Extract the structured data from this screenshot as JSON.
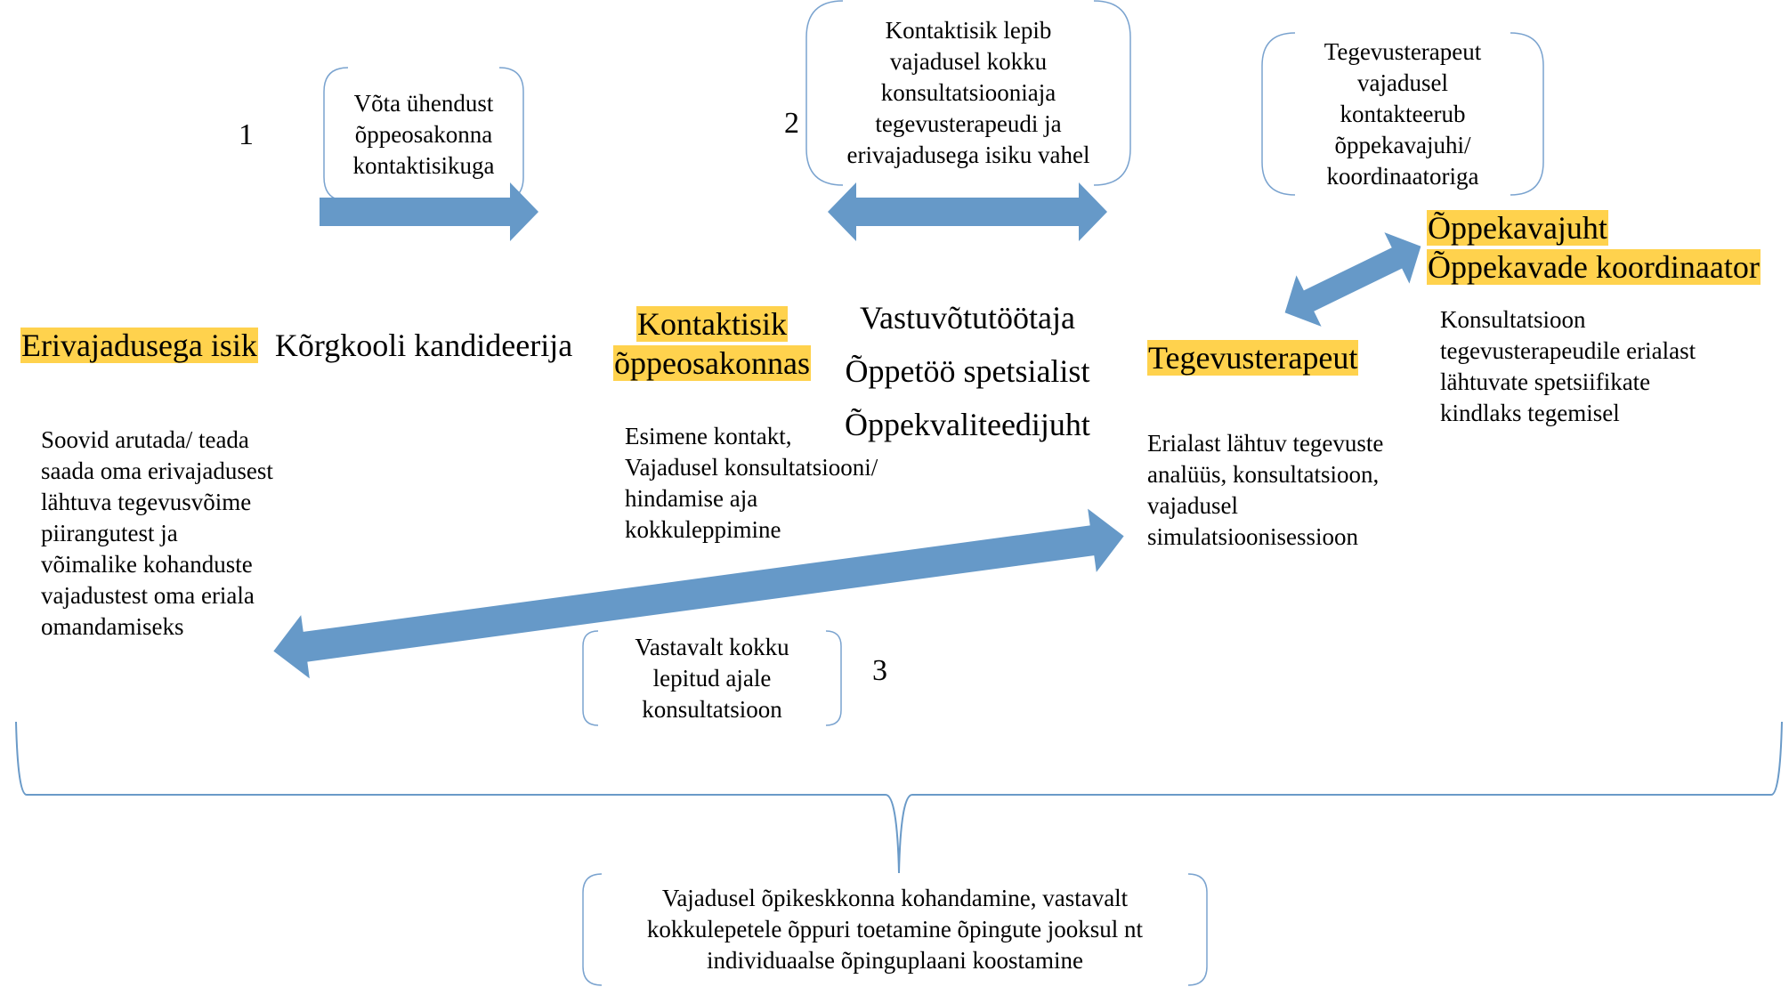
{
  "colors": {
    "arrow": "#6699C8",
    "box_border": "#7AA3CF",
    "highlight": "#FFD24D"
  },
  "steps": [
    {
      "number": "1",
      "text_lines": [
        "Võta ühendust",
        "õppeosakonna",
        "kontaktisikuga"
      ]
    },
    {
      "number": "2",
      "text_lines": [
        "Kontaktisik lepib",
        "vajadusel kokku",
        "konsultatsiooniaja",
        "tegevusterapeudi ja",
        "erivajadusega isiku vahel"
      ]
    },
    {
      "number": "3",
      "text_lines": [
        "Vastavalt kokku",
        "lepitud ajale",
        "konsultatsioon"
      ]
    }
  ],
  "therapist_note": {
    "text_lines": [
      "Tegevusterapeut",
      "vajadusel",
      "kontakteerub",
      "õppekavajuhi/",
      "koordinaatoriga"
    ]
  },
  "actors": {
    "person": {
      "label": "Erivajadusega isik",
      "highlighted": true,
      "subtitle": "Kõrgkooli kandideerija",
      "description_lines": [
        "Soovid arutada/ teada",
        "saada oma erivajadusest",
        "lähtuva tegevusvõime",
        "piirangutest ja",
        "võimalike kohanduste",
        "vajadustest oma eriala",
        "omandamiseks"
      ]
    },
    "contact": {
      "label_lines": [
        "Kontaktisik",
        "õppeosakonnas"
      ],
      "highlighted": true,
      "description_lines": [
        "Esimene kontakt,",
        "Vajadusel konsultatsiooni/",
        "hindamise aja",
        "kokkuleppimine"
      ]
    },
    "staff": {
      "label_lines": [
        "Vastuvõtutöötaja",
        "Õppetöö spetsialist",
        "Õppekvaliteedijuht"
      ],
      "highlighted": false
    },
    "therapist": {
      "label": "Tegevusterapeut",
      "highlighted": true,
      "description_lines": [
        "Erialast lähtuv tegevuste",
        "analüüs, konsultatsioon,",
        "vajadusel",
        "simulatsioonisessioon"
      ]
    },
    "curriculum": {
      "label_lines": [
        "Õppekavajuht",
        "Õppekavade koordinaator"
      ],
      "highlighted": true,
      "description_lines": [
        "Konsultatsioon",
        "tegevusterapeudile erialast",
        "lähtuvate spetsiifikate",
        "kindlaks tegemisel"
      ]
    }
  },
  "summary": {
    "text_lines": [
      "Vajadusel õpikeskkonna kohandamine, vastavalt",
      "kokkulepetele õppuri toetamine õpingute jooksul nt",
      "individuaalse õpinguplaani koostamine"
    ]
  }
}
